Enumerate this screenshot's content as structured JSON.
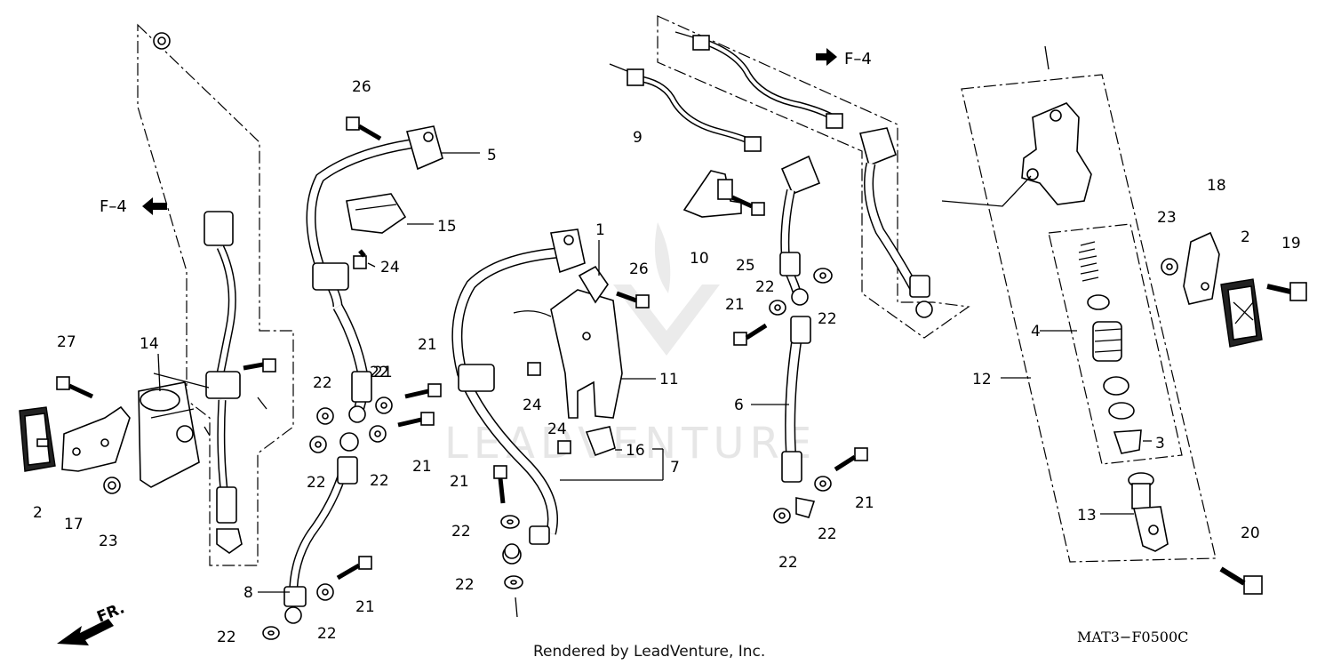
{
  "diagram": {
    "callouts": [
      "1",
      "2",
      "2",
      "3",
      "4",
      "5",
      "6",
      "7",
      "8",
      "9",
      "10",
      "11",
      "12",
      "13",
      "14",
      "15",
      "16",
      "17",
      "18",
      "19",
      "20",
      "21",
      "21",
      "21",
      "21",
      "21",
      "21",
      "21",
      "22",
      "22",
      "22",
      "22",
      "22",
      "22",
      "22",
      "22",
      "22",
      "22",
      "22",
      "22",
      "22",
      "22",
      "23",
      "23",
      "24",
      "24",
      "24",
      "25",
      "26",
      "26",
      "27"
    ],
    "refs": {
      "left": "F–4",
      "top": "F–4"
    },
    "direction_label": "FR.",
    "credit": "Rendered by LeadVenture, Inc.",
    "diagram_code": "MAT3−F0500C",
    "watermark_text": "LEADVENTURE"
  },
  "colors": {
    "ink": "#000000",
    "background": "#ffffff",
    "watermark": "#c8c8c8"
  }
}
